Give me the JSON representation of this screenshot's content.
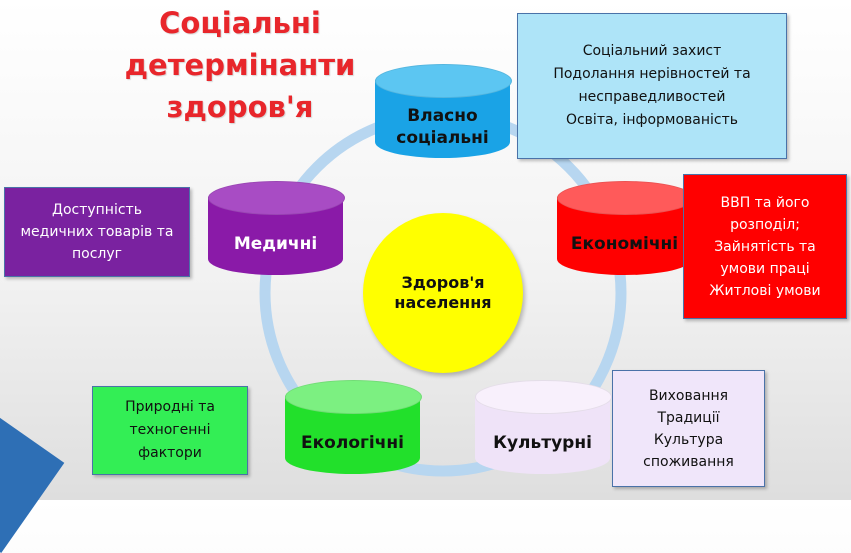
{
  "title": "Соціальні детермінанти\nздоров'я",
  "center_label": "Здоров'я\nнаселення",
  "nodes": {
    "vlasno": {
      "label": "Власно\nсоціальні",
      "color": "#1aa3e6",
      "top_color": "#5cc6f2",
      "text_color": "#111111"
    },
    "ekonomichni": {
      "label": "Економічні",
      "color": "#ff0000",
      "top_color": "#ff5a5a",
      "text_color": "#111111"
    },
    "kulturni": {
      "label": "Культурні",
      "color": "#efe3f8",
      "top_color": "#f8f0fc",
      "text_color": "#111111"
    },
    "ekolohichni": {
      "label": "Екологічні",
      "color": "#22e02b",
      "top_color": "#7cf081",
      "text_color": "#111111"
    },
    "medychni": {
      "label": "Медичні",
      "color": "#8a1aa8",
      "top_color": "#a84cc4",
      "text_color": "#ffffff"
    }
  },
  "boxes": {
    "vlasno": {
      "text": "Соціальний захист\nПодолання нерівностей та\nнесправедливостей\nОсвіта, інформованість",
      "bg": "#aee4f8",
      "color": "#111111"
    },
    "ekonomichni": {
      "text": "ВВП та його\nрозподіл;\nЗайнятість та\nумови праці\nЖитлові умови",
      "bg": "#ff0000",
      "color": "#ffffff"
    },
    "kulturni": {
      "text": "Виховання\nТрадиції\nКультура\nспоживання",
      "bg": "#f0e6fa",
      "color": "#111111"
    },
    "ekolohichni": {
      "text": "Природні та\nтехногенні\nфактори",
      "bg": "#33ee55",
      "color": "#111111"
    },
    "medychni": {
      "text": "Доступність\nмедичних товарів та\nпослуг",
      "bg": "#7a22a0",
      "color": "#ffffff"
    }
  },
  "colors": {
    "ring": "#b7d6f0",
    "center": "#ffff00",
    "title": "#e8262b"
  }
}
